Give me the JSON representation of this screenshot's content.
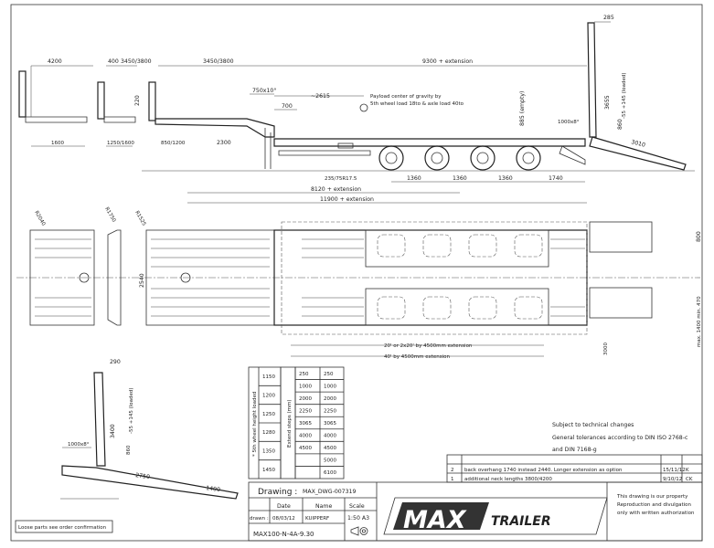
{
  "side_view": {
    "dims": {
      "front_len": "4200",
      "d400": "400",
      "d3450_3800_a": "3450/3800",
      "d3450_3800_b": "3450/3800",
      "d9300": "9300 + extension",
      "d285": "285",
      "d220": "220",
      "d750": "750x10°",
      "d2615": "~2615",
      "d700": "700",
      "d1600": "1600",
      "d1250": "1250/1600",
      "d850": "850/1200",
      "d2300": "2300",
      "d885": "885 (empty)",
      "d3655": "3655",
      "d_loaded": "-55 +145 (loaded)",
      "d860": "860",
      "d1000": "1000x8°",
      "d3010": "3010",
      "tire": "235/75R17.5",
      "a1": "1360",
      "a2": "1360",
      "a3": "1360",
      "d1740": "1740",
      "d8120": "8120 + extension",
      "d11900": "11900 + extension"
    },
    "payload_note": [
      "Payload center of gravity by",
      "5th wheel load 18to & axle load 40to"
    ]
  },
  "top_view": {
    "dims": {
      "r2040": "R2040",
      "r1750": "R1750",
      "r1525": "R1525",
      "w2540": "2540",
      "w800": "800",
      "w470": "max. 1400 min. 470",
      "w3000": "3000",
      "ext20": "20' or 2x20' by 4500mm extension",
      "ext40": "40' by 4500mm extension"
    }
  },
  "ramp_view": {
    "dims": {
      "d290": "290",
      "d3400": "3400",
      "d_loaded": "-55 +145 (loaded)",
      "d860": "860",
      "d1000": "1000x8°",
      "d2750": "2750",
      "d1400": "1400"
    }
  },
  "loose_parts_note": "Loose parts see order confirmation",
  "fifth_wheel_table": {
    "label": "* 5th wheel height loaded",
    "values": [
      "1150",
      "1200",
      "1250",
      "1280",
      "1350",
      "1450"
    ]
  },
  "extend_steps_table": {
    "label": "Extend steps (mm)",
    "col1": [
      "250",
      "1000",
      "2000",
      "2250",
      "3065",
      "4000",
      "4500",
      "",
      ""
    ],
    "col2": [
      "250",
      "1000",
      "2000",
      "2250",
      "3065",
      "4000",
      "4500",
      "5000",
      "6100"
    ]
  },
  "notes": [
    "Subject to technical changes",
    "General tolerances according to DIN ISO 2768-c",
    "and DIN 7168-g"
  ],
  "revisions": [
    {
      "no": "2",
      "text": "back overhang 1740 instead 2440. Longer extension as option",
      "date": "15/11/12",
      "by": "K"
    },
    {
      "no": "1",
      "text": "additional neck lengths 3800/4200",
      "date": "9/10/12",
      "by": "CK"
    }
  ],
  "title_block": {
    "drawing_label": "Drawing :",
    "drawing_no": "MAX_DWG-007319",
    "date_header": "Date",
    "name_header": "Name",
    "scale_header": "Scale",
    "drawn_label": "drawn :",
    "date": "08/03/12",
    "name": "KUIPPERF",
    "scale": "1:50 A3",
    "model": "MAX100-N-4A-9.30",
    "logo_main": "MAX",
    "logo_sub": "TRAILER",
    "property_note": [
      "This drawing is our property",
      "Reproduction and divulgation",
      "only with written authorization"
    ]
  }
}
